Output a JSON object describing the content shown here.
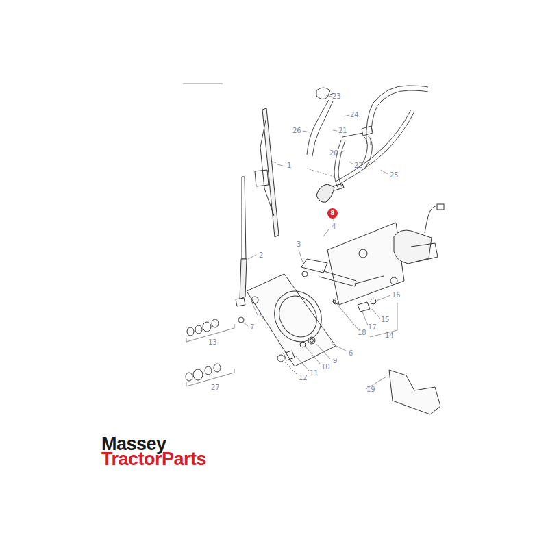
{
  "diagram": {
    "nodes": [
      {
        "text": [
          "8"
        ]
      }
    ],
    "labels": [
      "23",
      "24",
      "26",
      "21",
      "20",
      "22",
      "25",
      "1",
      "4",
      "3",
      "2",
      "16",
      "15",
      "17",
      "18",
      "14",
      "5",
      "7",
      "13",
      "6",
      "9",
      "10",
      "11",
      "12",
      "27",
      "19",
      "Massey",
      "TractorParts"
    ]
  }
}
